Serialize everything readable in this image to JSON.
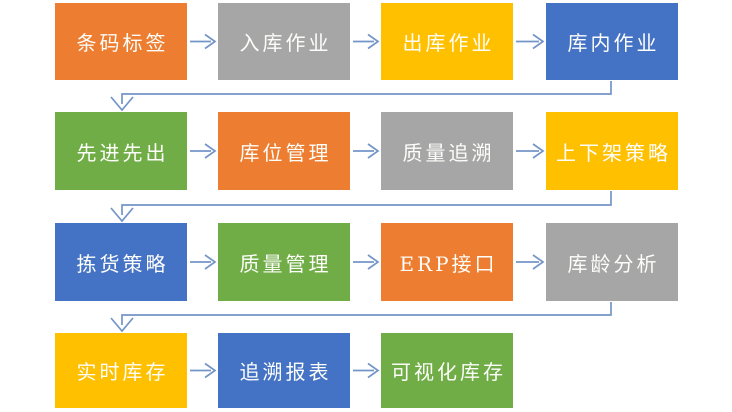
{
  "diagram": {
    "title": "warehouse-process-flow",
    "connector_color": "#7495C8",
    "text_color": "#FDFDFA",
    "palette": {
      "orange": "#ED7D31",
      "gray": "#A6A6A6",
      "gold": "#FFC000",
      "blue": "#4472C4",
      "green": "#70AD47"
    },
    "rows": [
      {
        "boxes": [
          {
            "label": "条码标签",
            "color": "#ED7D31"
          },
          {
            "label": "入库作业",
            "color": "#A6A6A6"
          },
          {
            "label": "出库作业",
            "color": "#FFC000"
          },
          {
            "label": "库内作业",
            "color": "#4472C4"
          }
        ]
      },
      {
        "boxes": [
          {
            "label": "先进先出",
            "color": "#70AD47"
          },
          {
            "label": "库位管理",
            "color": "#ED7D31"
          },
          {
            "label": "质量追溯",
            "color": "#A6A6A6"
          },
          {
            "label": "上下架策略",
            "color": "#FFC000"
          }
        ]
      },
      {
        "boxes": [
          {
            "label": "拣货策略",
            "color": "#4472C4"
          },
          {
            "label": "质量管理",
            "color": "#70AD47"
          },
          {
            "label": "ERP接口",
            "color": "#ED7D31"
          },
          {
            "label": "库龄分析",
            "color": "#A6A6A6"
          }
        ]
      },
      {
        "boxes": [
          {
            "label": "实时库存",
            "color": "#FFC000"
          },
          {
            "label": "追溯报表",
            "color": "#4472C4"
          },
          {
            "label": "可视化库存",
            "color": "#70AD47"
          }
        ]
      }
    ]
  }
}
